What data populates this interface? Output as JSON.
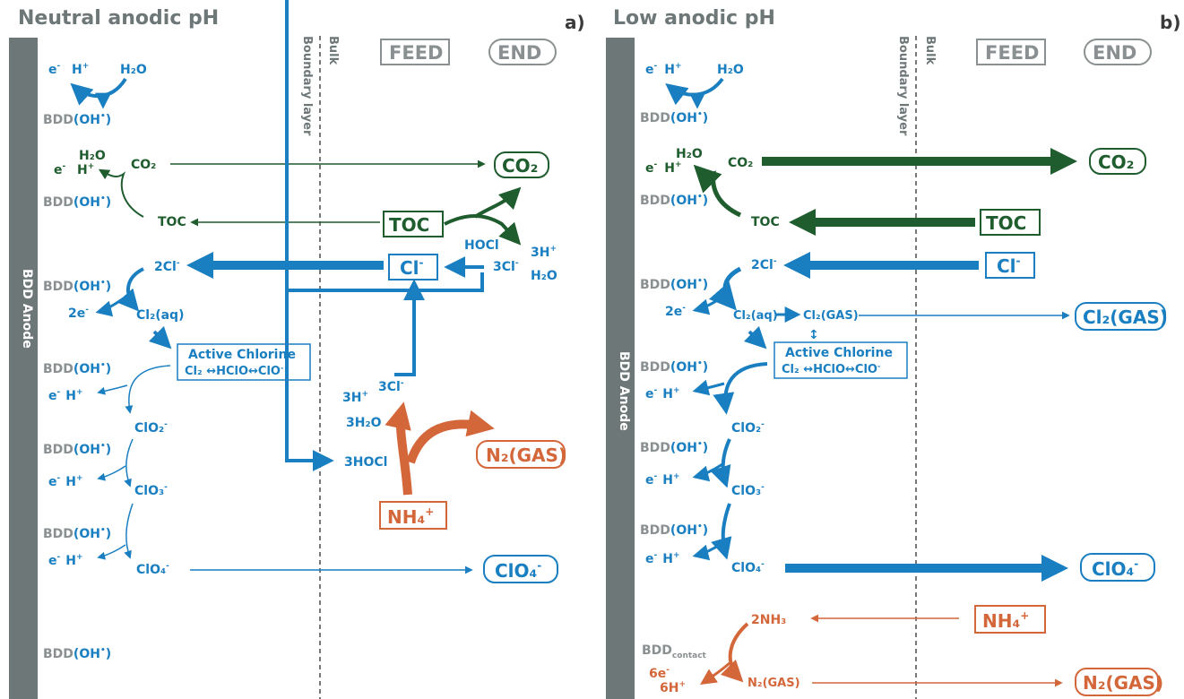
{
  "panel_a": {
    "title": "Neutral anodic pH",
    "label": "a)",
    "anode": "BDD Anode",
    "boundary": "Boundary layer",
    "bulk": "Bulk",
    "feed": "FEED",
    "end": "END",
    "bdd": "BDD",
    "oh": "(OH",
    "dot": "•",
    "close": ")",
    "e": "e",
    "minus": "-",
    "h": "H",
    "plus": "+",
    "h2o": "H₂O",
    "co2": "CO₂",
    "toc": "TOC",
    "hocl": "HOCl",
    "three_h": "3H",
    "three_cl": "3Cl",
    "two_cl": "2Cl",
    "two_e": "2e",
    "cl2aq": "Cl₂(aq)",
    "active_chlorine": "Active Chlorine",
    "active_eq": "Cl₂ ↔HClO↔ClO",
    "clo2": "ClO₂",
    "clo3": "ClO₃",
    "clo4": "ClO₄",
    "three_h2o": "3H₂O",
    "three_hocl": "3HOCl",
    "n2gas": "N₂(GAS)",
    "nh4": "NH₄",
    "cl": "Cl"
  },
  "panel_b": {
    "title": "Low anodic pH",
    "label": "b)",
    "anode": "BDD Anode",
    "boundary": "Boundary layer",
    "bulk": "Bulk",
    "feed": "FEED",
    "end": "END",
    "cl2gas": "Cl₂(GAS)",
    "updown": "↕",
    "two_nh3": "2NH₃",
    "bdd_contact": "BDDcontact",
    "six_e": "6e",
    "six_h": "6H",
    "n2gas_small": "N₂(GAS)"
  },
  "colors": {
    "blue": "#1a7fc1",
    "green": "#1f5c2e",
    "orange": "#d4673a",
    "grey": "#6e7778",
    "anode_bar": "#6e7778"
  }
}
